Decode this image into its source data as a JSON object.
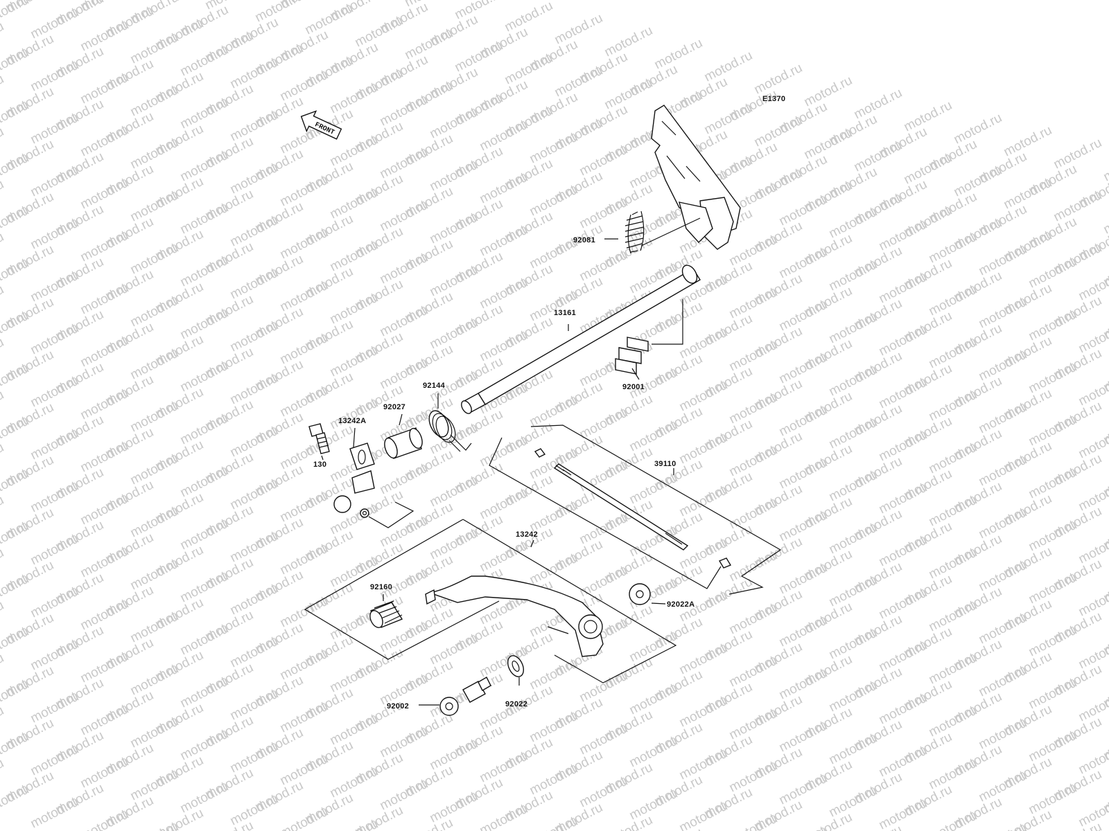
{
  "watermark": {
    "text": "motod.ru",
    "color": "#c8c8c8"
  },
  "diagram_code": "E1370",
  "front_arrow": {
    "text": "FRONT"
  },
  "parts": [
    {
      "number": "92081",
      "name": "spring"
    },
    {
      "number": "13161",
      "name": "shift-shaft"
    },
    {
      "number": "92001",
      "name": "bolt"
    },
    {
      "number": "92144",
      "name": "return-spring"
    },
    {
      "number": "92027",
      "name": "collar"
    },
    {
      "number": "13242A",
      "name": "lever-clamp"
    },
    {
      "number": "130",
      "name": "bolt-small"
    },
    {
      "number": "39110",
      "name": "rod"
    },
    {
      "number": "13242",
      "name": "shift-pedal"
    },
    {
      "number": "92160",
      "name": "rubber-grip"
    },
    {
      "number": "92022A",
      "name": "washer-a"
    },
    {
      "number": "92022",
      "name": "washer"
    },
    {
      "number": "92002",
      "name": "pivot-bolt"
    }
  ]
}
